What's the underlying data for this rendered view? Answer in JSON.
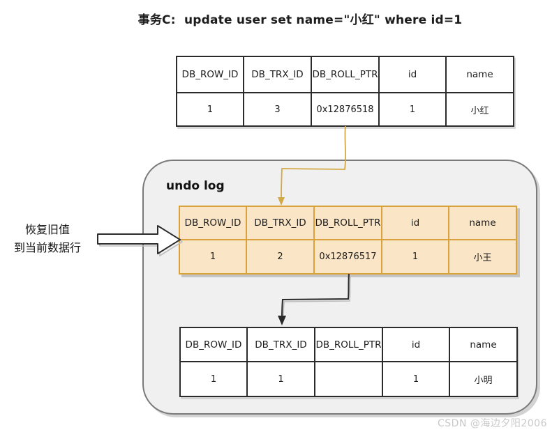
{
  "title": "事务C:  update user set name=\"小红\" where id=1",
  "undo_log": {
    "label": "undo log"
  },
  "left_note": {
    "line1": "恢复旧值",
    "line2": "到当前数据行"
  },
  "watermark": "CSDN @海边夕阳2006",
  "tables": {
    "current_row": {
      "headers": [
        "DB_ROW_ID",
        "DB_TRX_ID",
        "DB_ROLL_PTR",
        "id",
        "name"
      ],
      "row": [
        "1",
        "3",
        "0x12876518",
        "1",
        "小红"
      ]
    },
    "undo_v2": {
      "headers": [
        "DB_ROW_ID",
        "DB_TRX_ID",
        "DB_ROLL_PTR",
        "id",
        "name"
      ],
      "row": [
        "1",
        "2",
        "0x12876517",
        "1",
        "小王"
      ]
    },
    "undo_v1": {
      "headers": [
        "DB_ROW_ID",
        "DB_TRX_ID",
        "DB_ROLL_PTR",
        "id",
        "name"
      ],
      "row": [
        "1",
        "1",
        "",
        "1",
        "小明"
      ]
    }
  },
  "icons": {
    "roll_ptr_arrow_top": "gold elbow arrow from current row DB_ROLL_PTR to undo log v2 row",
    "roll_ptr_arrow_mid": "black elbow arrow from undo v2 DB_ROLL_PTR to undo v1 row",
    "restore_arrow": "hollow right arrow from note to undo v2 row"
  },
  "colors": {
    "highlight_fill": "#fbe5c7",
    "highlight_border": "#d9a23c",
    "pointer_arrow": "#d3a945",
    "container_fill": "#f0f0f0",
    "table_border": "#2b2b2b",
    "watermark": "#c9c9c9"
  }
}
